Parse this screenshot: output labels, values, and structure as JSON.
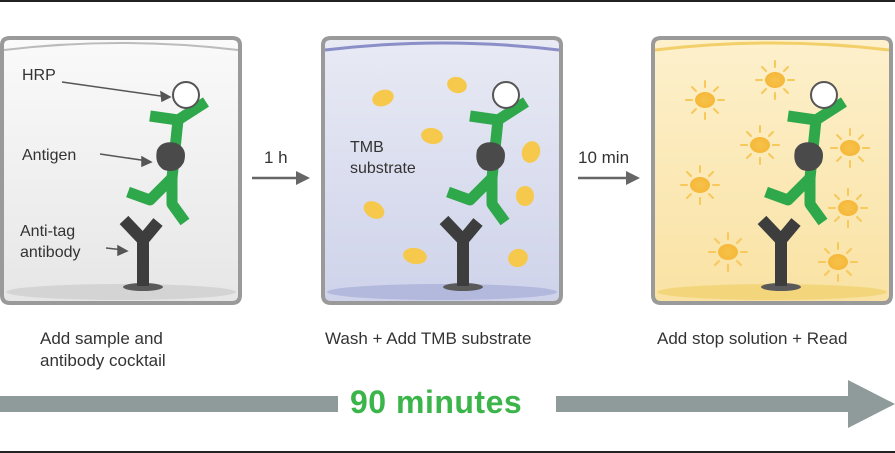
{
  "panels": [
    {
      "caption_lines": [
        "Add sample and",
        "antibody cocktail"
      ],
      "labels": {
        "hrp": "HRP",
        "antigen": "Antigen",
        "anti_tag_line1": "Anti-tag",
        "anti_tag_line2": "antibody"
      }
    },
    {
      "caption_lines": [
        "Wash + Add TMB substrate"
      ],
      "labels": {
        "tmb_line1": "TMB",
        "tmb_line2": "substrate"
      }
    },
    {
      "caption_lines": [
        "Add stop solution + Read"
      ]
    }
  ],
  "steps": [
    {
      "label": "1 h"
    },
    {
      "label": "10 min"
    }
  ],
  "total_time": "90 minutes",
  "colors": {
    "antibody_green": "#2ea84a",
    "capture_antibody": "#3d3d3d",
    "antigen": "#4a4a4a",
    "container_border": "#9a9a9a",
    "panel1_fill": "#f2f2f2",
    "panel2_fill": "#dcdfee",
    "panel3_fill": "#fbe9b5",
    "substrate_yellow": "#f6c94c",
    "timeline_gray": "#8f9a9a",
    "timeline_text_green": "#3bb44a"
  }
}
